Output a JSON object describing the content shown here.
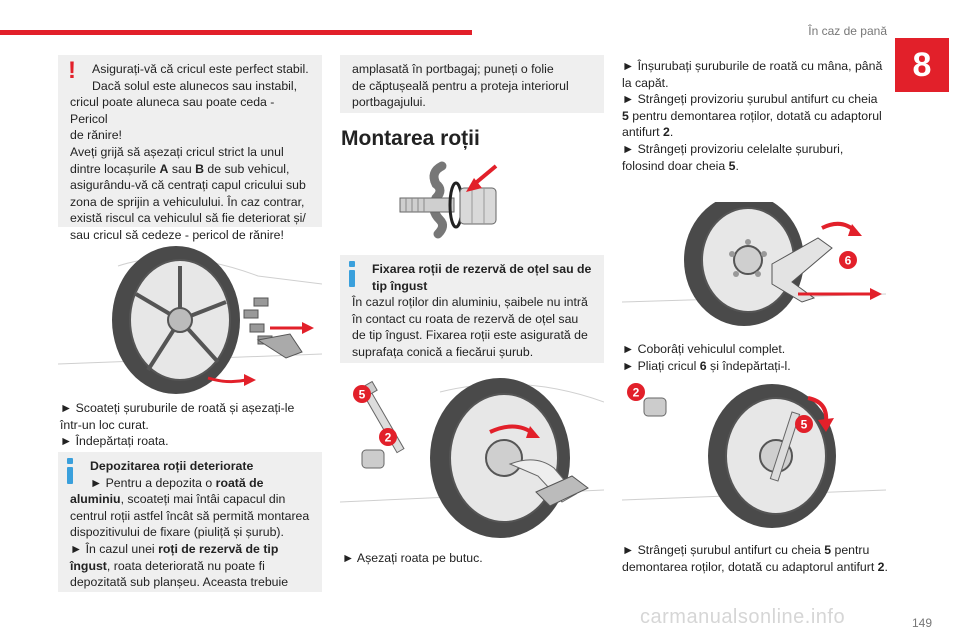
{
  "header": {
    "section_title": "În caz de pană",
    "chapter_number": "8"
  },
  "warning_box": {
    "lines": [
      "Asigurați-vă că cricul este perfect stabil.",
      "Dacă solul este alunecos sau instabil,",
      "cricul poate aluneca sau poate ceda - Pericol",
      "de rănire!",
      "Aveți grijă să așezați cricul strict la unul",
      "dintre locașurile",
      "asigurându-vă că centrați capul cricului sub",
      "zona de sprijin a vehiculului. În caz contrar,",
      "există riscul ca vehiculul să fie deteriorat și/",
      "sau cricul să cedeze - pericol de rănire!"
    ],
    "line6_a": "A",
    "line6_sau": "sau",
    "line6_b": "B",
    "line6_end": "de sub vehicul,"
  },
  "col1_steps": [
    "Scoateți șuruburile de roată și așezați-le",
    "într-un loc curat.",
    "Îndepărtați roata."
  ],
  "col1_info": {
    "title": "Depozitarea roții deteriorate",
    "l1": "Pentru a depozita o",
    "l1_bold": "roată de",
    "l2_bold": "aluminiu",
    "l2": ", scoateți mai întâi capacul din",
    "l3": "centrul roții astfel încât să permită montarea",
    "l4": "dispozitivului de fixare (piuliță și șurub).",
    "l5": "În cazul unei",
    "l5_bold": "roți de rezervă de tip",
    "l6_bold": "îngust",
    "l6": ", roata deteriorată nu poate fi",
    "l7": "depozitată sub planșeu. Aceasta trebuie"
  },
  "col2_box_lines": [
    "amplasată în portbagaj; puneți o folie",
    "de căptușeală pentru a proteja interiorul",
    "portbagajului."
  ],
  "col2_heading": "Montarea roții",
  "col2_info": {
    "title1": "Fixarea roții de rezervă de oțel sau de",
    "title2": "tip îngust",
    "lines": [
      "În cazul roților din aluminiu, șaibele nu intră",
      "în contact cu roata de rezervă de oțel sau",
      "de tip îngust. Fixarea roții este asigurată de",
      "suprafața conică a fiecărui șurub."
    ]
  },
  "col2_step": "Așezați roata pe butuc.",
  "col3_steps": {
    "s1a": "Înșurubați șuruburile de roată cu mâna, până",
    "s1b": "la capăt.",
    "s2a": "Strângeți provizoriu șurubul antifurt cu cheia",
    "s2b_num": "5",
    "s2b": "pentru demontarea roților, dotată cu adaptorul",
    "s2c": "antifurt",
    "s2c_num": "2",
    "s3a": "Strângeți provizoriu celelalte șuruburi,",
    "s3b": "folosind doar cheia",
    "s3b_num": "5",
    "s4": "Coborâți vehiculul complet.",
    "s5a": "Pliați cricul",
    "s5_num": "6",
    "s5b": "și îndepărtați-l.",
    "s6a": "Strângeți șurubul antifurt cu cheia",
    "s6_num5": "5",
    "s6b": "pentru",
    "s6c": "demontarea roților, dotată cu adaptorul antifurt",
    "s6_num2": "2"
  },
  "callouts": {
    "c5": "5",
    "c2": "2",
    "c6": "6"
  },
  "bullet": "►",
  "footer": {
    "page_number": "149",
    "watermark": "carmanualsonline.info"
  },
  "colors": {
    "accent_red": "#e2202a",
    "info_blue": "#3aa0dc",
    "box_grey": "#efefef"
  }
}
